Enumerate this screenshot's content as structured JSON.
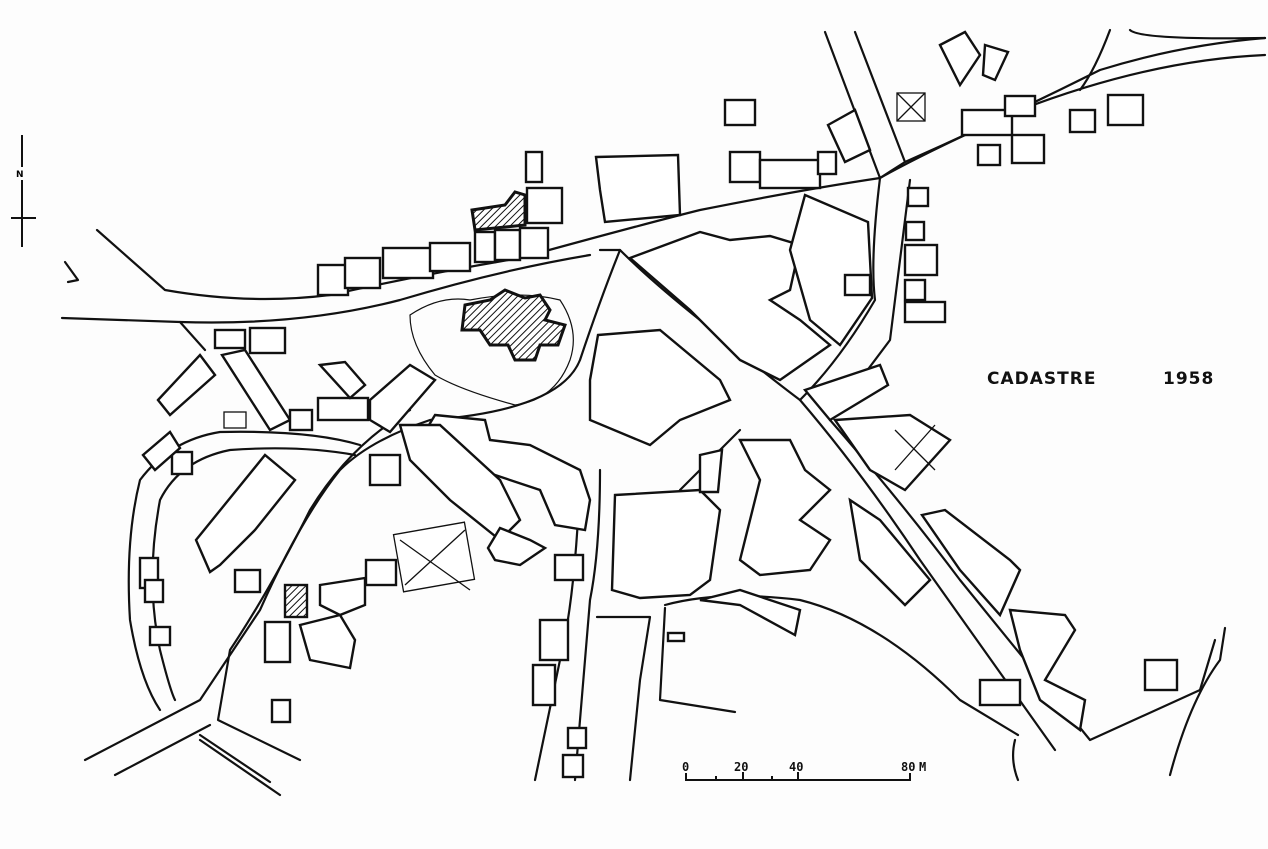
{
  "map": {
    "title": "CADASTRE",
    "year": "1958",
    "north_label": "N",
    "scale": {
      "labels": [
        "0",
        "20",
        "40",
        "80"
      ],
      "unit": "M"
    },
    "colors": {
      "ink": "#111111",
      "paper": "#fdfdfd"
    }
  }
}
